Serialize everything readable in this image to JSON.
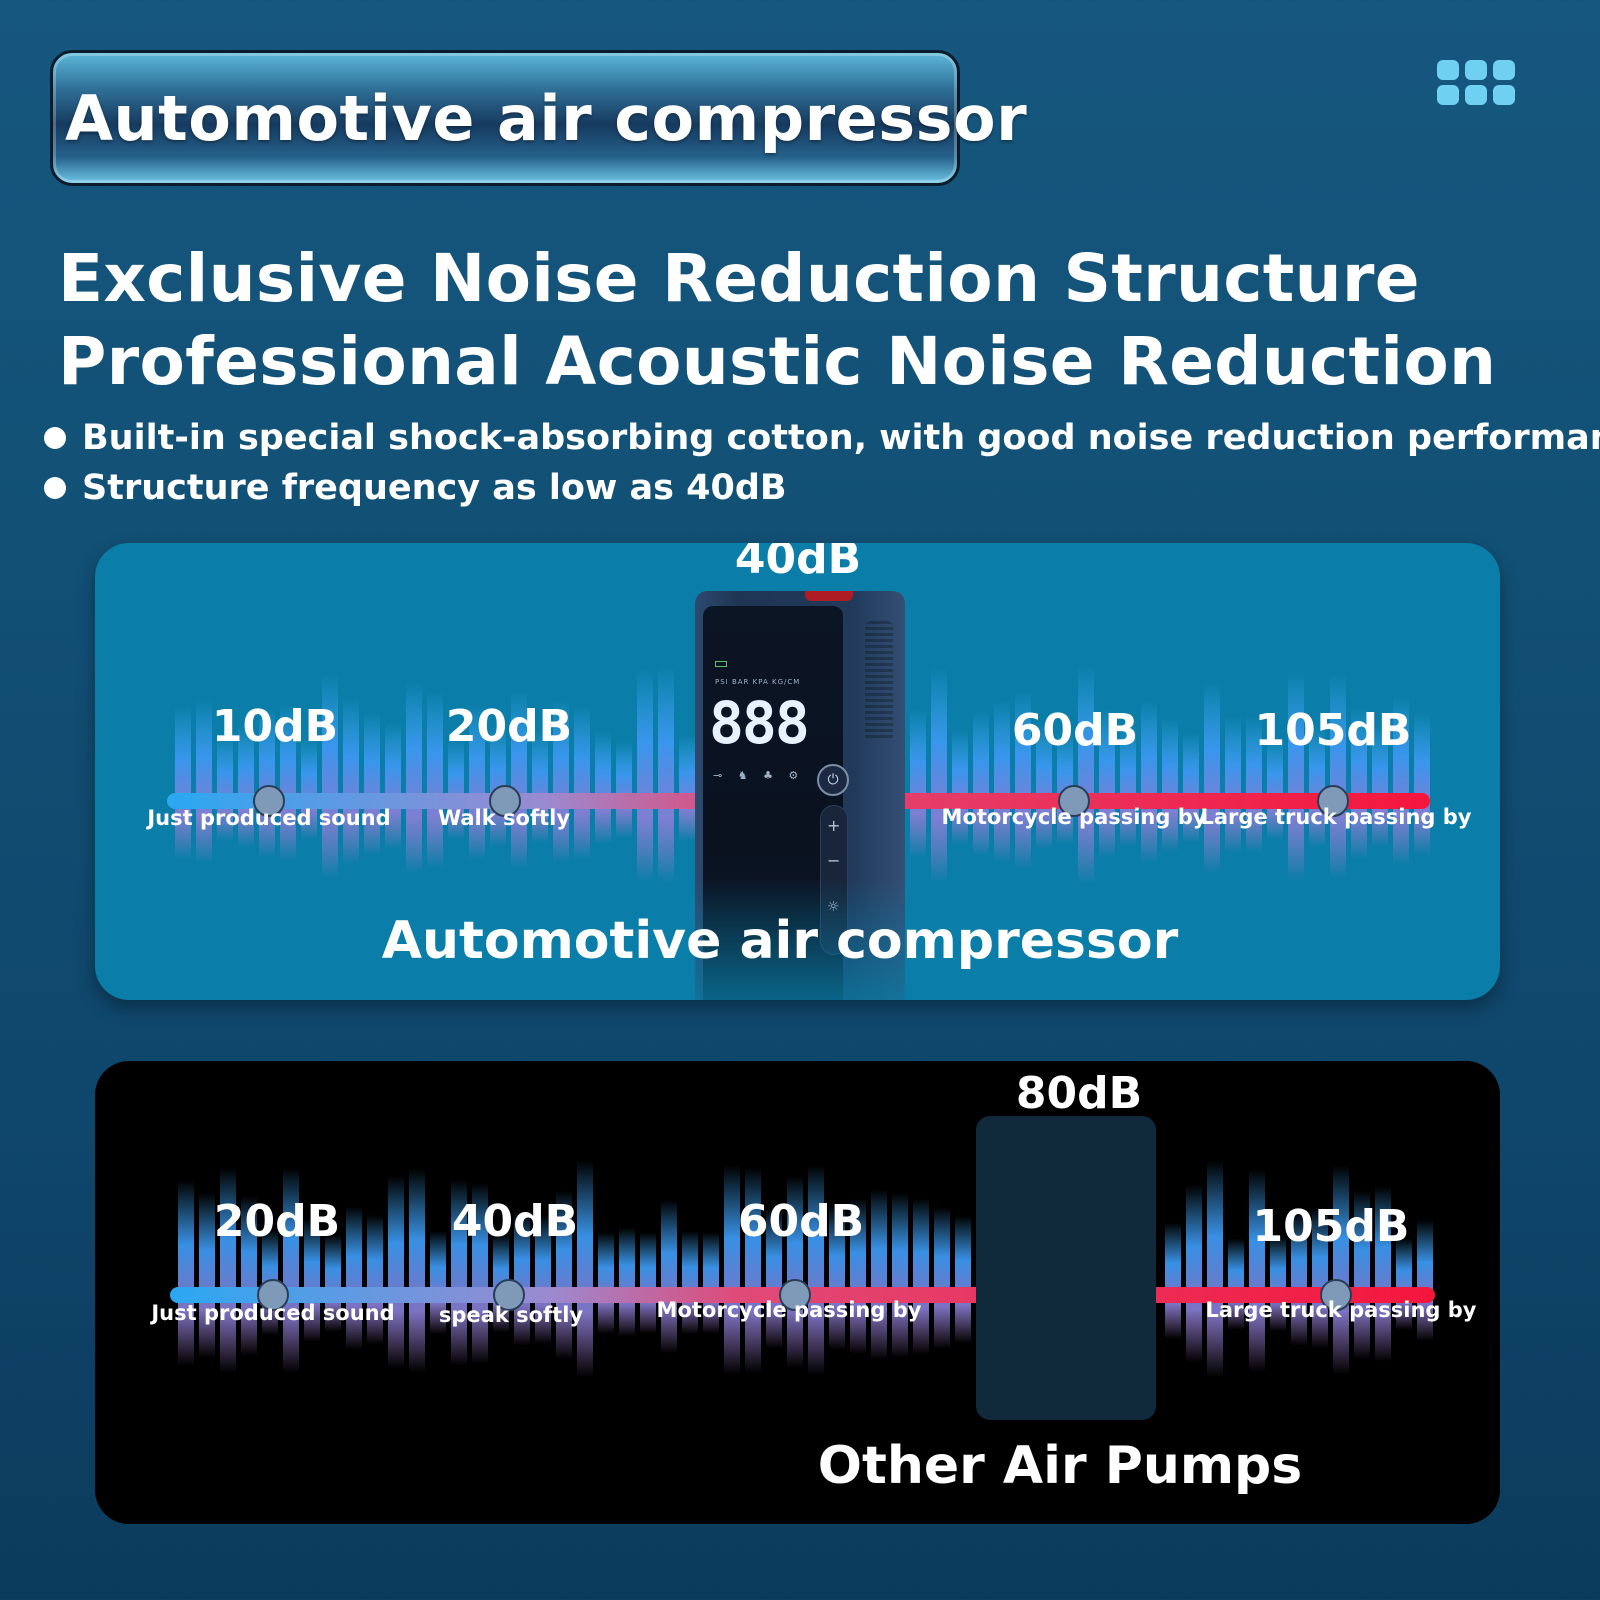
{
  "header": {
    "title": "Automotive air compressor"
  },
  "headline": {
    "line1": "Exclusive Noise Reduction Structure",
    "line2": "Professional Acoustic Noise Reduction"
  },
  "bullets": [
    "Built-in special shock-absorbing cotton, with good noise reduction performance",
    "Structure frequency as low as 40dB"
  ],
  "product_panel": {
    "highlight": "40dB",
    "caption": "Automotive air compressor",
    "device_digits": "888",
    "device_units": "PSI  BAR  KPA  KG/CM",
    "markers": [
      {
        "value": "10dB",
        "desc": "Just produced sound"
      },
      {
        "value": "20dB",
        "desc": "Walk softly"
      },
      {
        "value": "60dB",
        "desc": "Motorcycle passing by"
      },
      {
        "value": "105dB",
        "desc": "Large truck passing by"
      }
    ]
  },
  "others_panel": {
    "highlight": "80dB",
    "caption": "Other Air Pumps",
    "markers": [
      {
        "value": "20dB",
        "desc": "Just produced sound"
      },
      {
        "value": "40dB",
        "desc": "speak softly"
      },
      {
        "value": "60dB",
        "desc": "Motorcycle passing by"
      },
      {
        "value": "105dB",
        "desc": "Large truck passing by"
      }
    ]
  },
  "colors": {
    "background": "#125075",
    "product_panel": "#0a7ea8",
    "others_panel": "#000000",
    "scale_start": "#2aa8f2",
    "scale_end": "#f5163c",
    "marker_fill": "#7f9ab8"
  }
}
